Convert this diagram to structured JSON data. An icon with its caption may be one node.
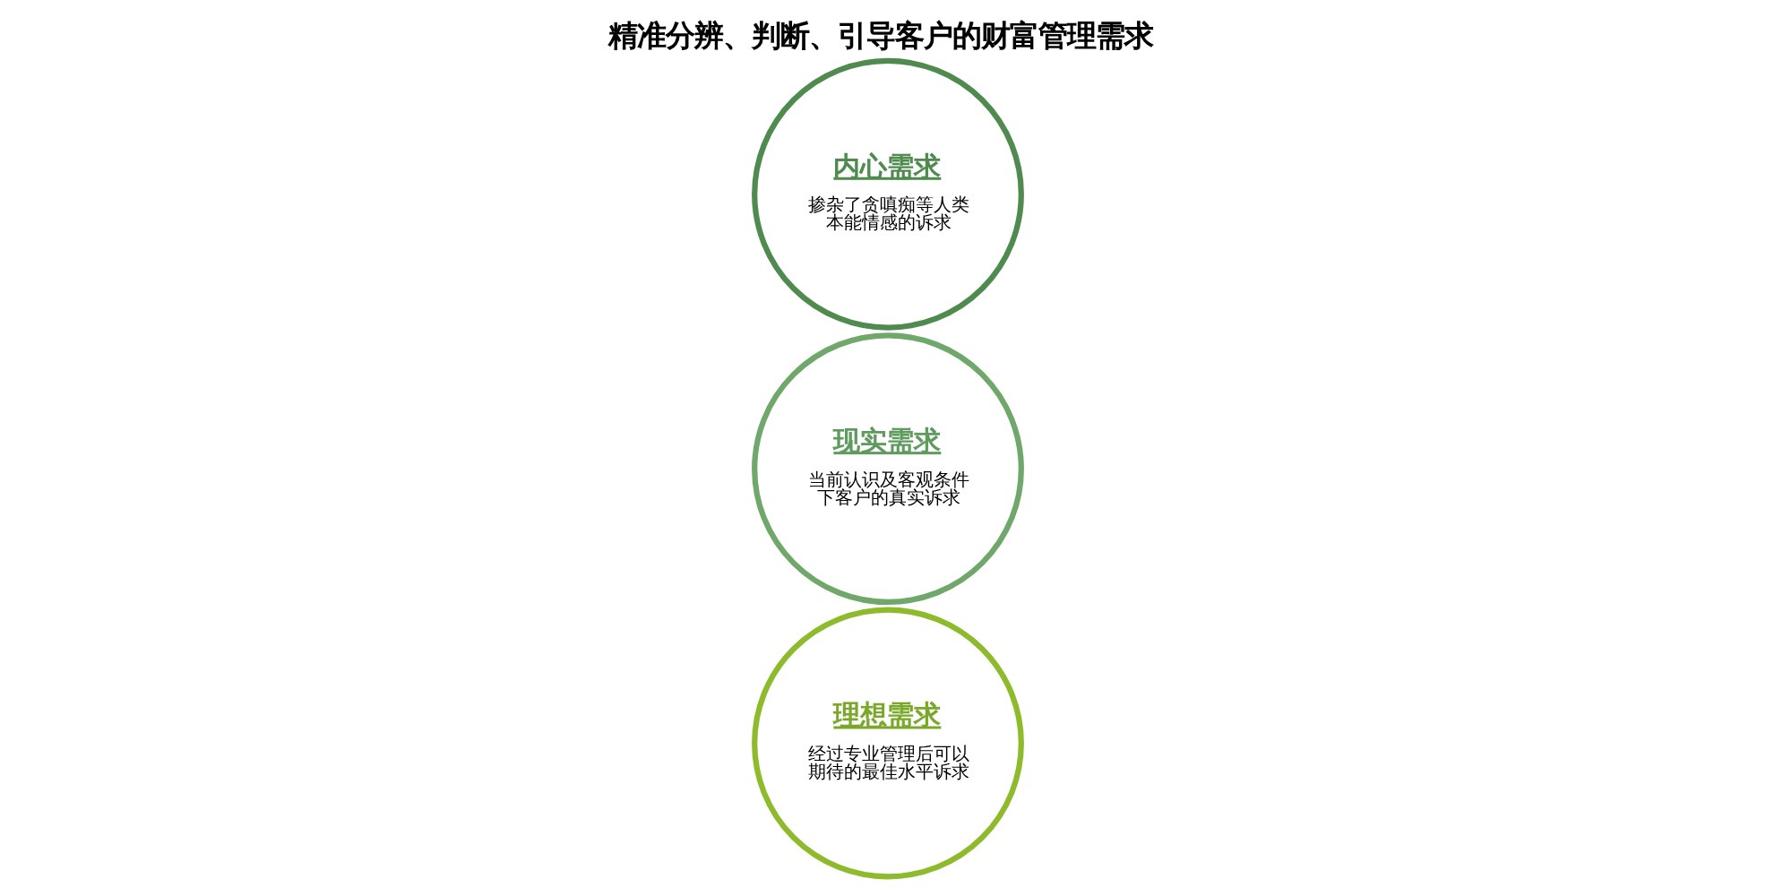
{
  "diagram": {
    "title": "精准分辨、判断、引导客户的财富管理需求",
    "nodes": [
      {
        "text": [
          "内心需求",
          "掺杂了贪嗔痴等人类本能情感的诉求"
        ]
      },
      {
        "text": [
          "现实需求",
          "当前认识及客观条件下客户的真实诉求"
        ]
      },
      {
        "text": [
          "理想需求",
          "经过专业管理后可以期待的最佳水平诉求"
        ]
      }
    ]
  }
}
